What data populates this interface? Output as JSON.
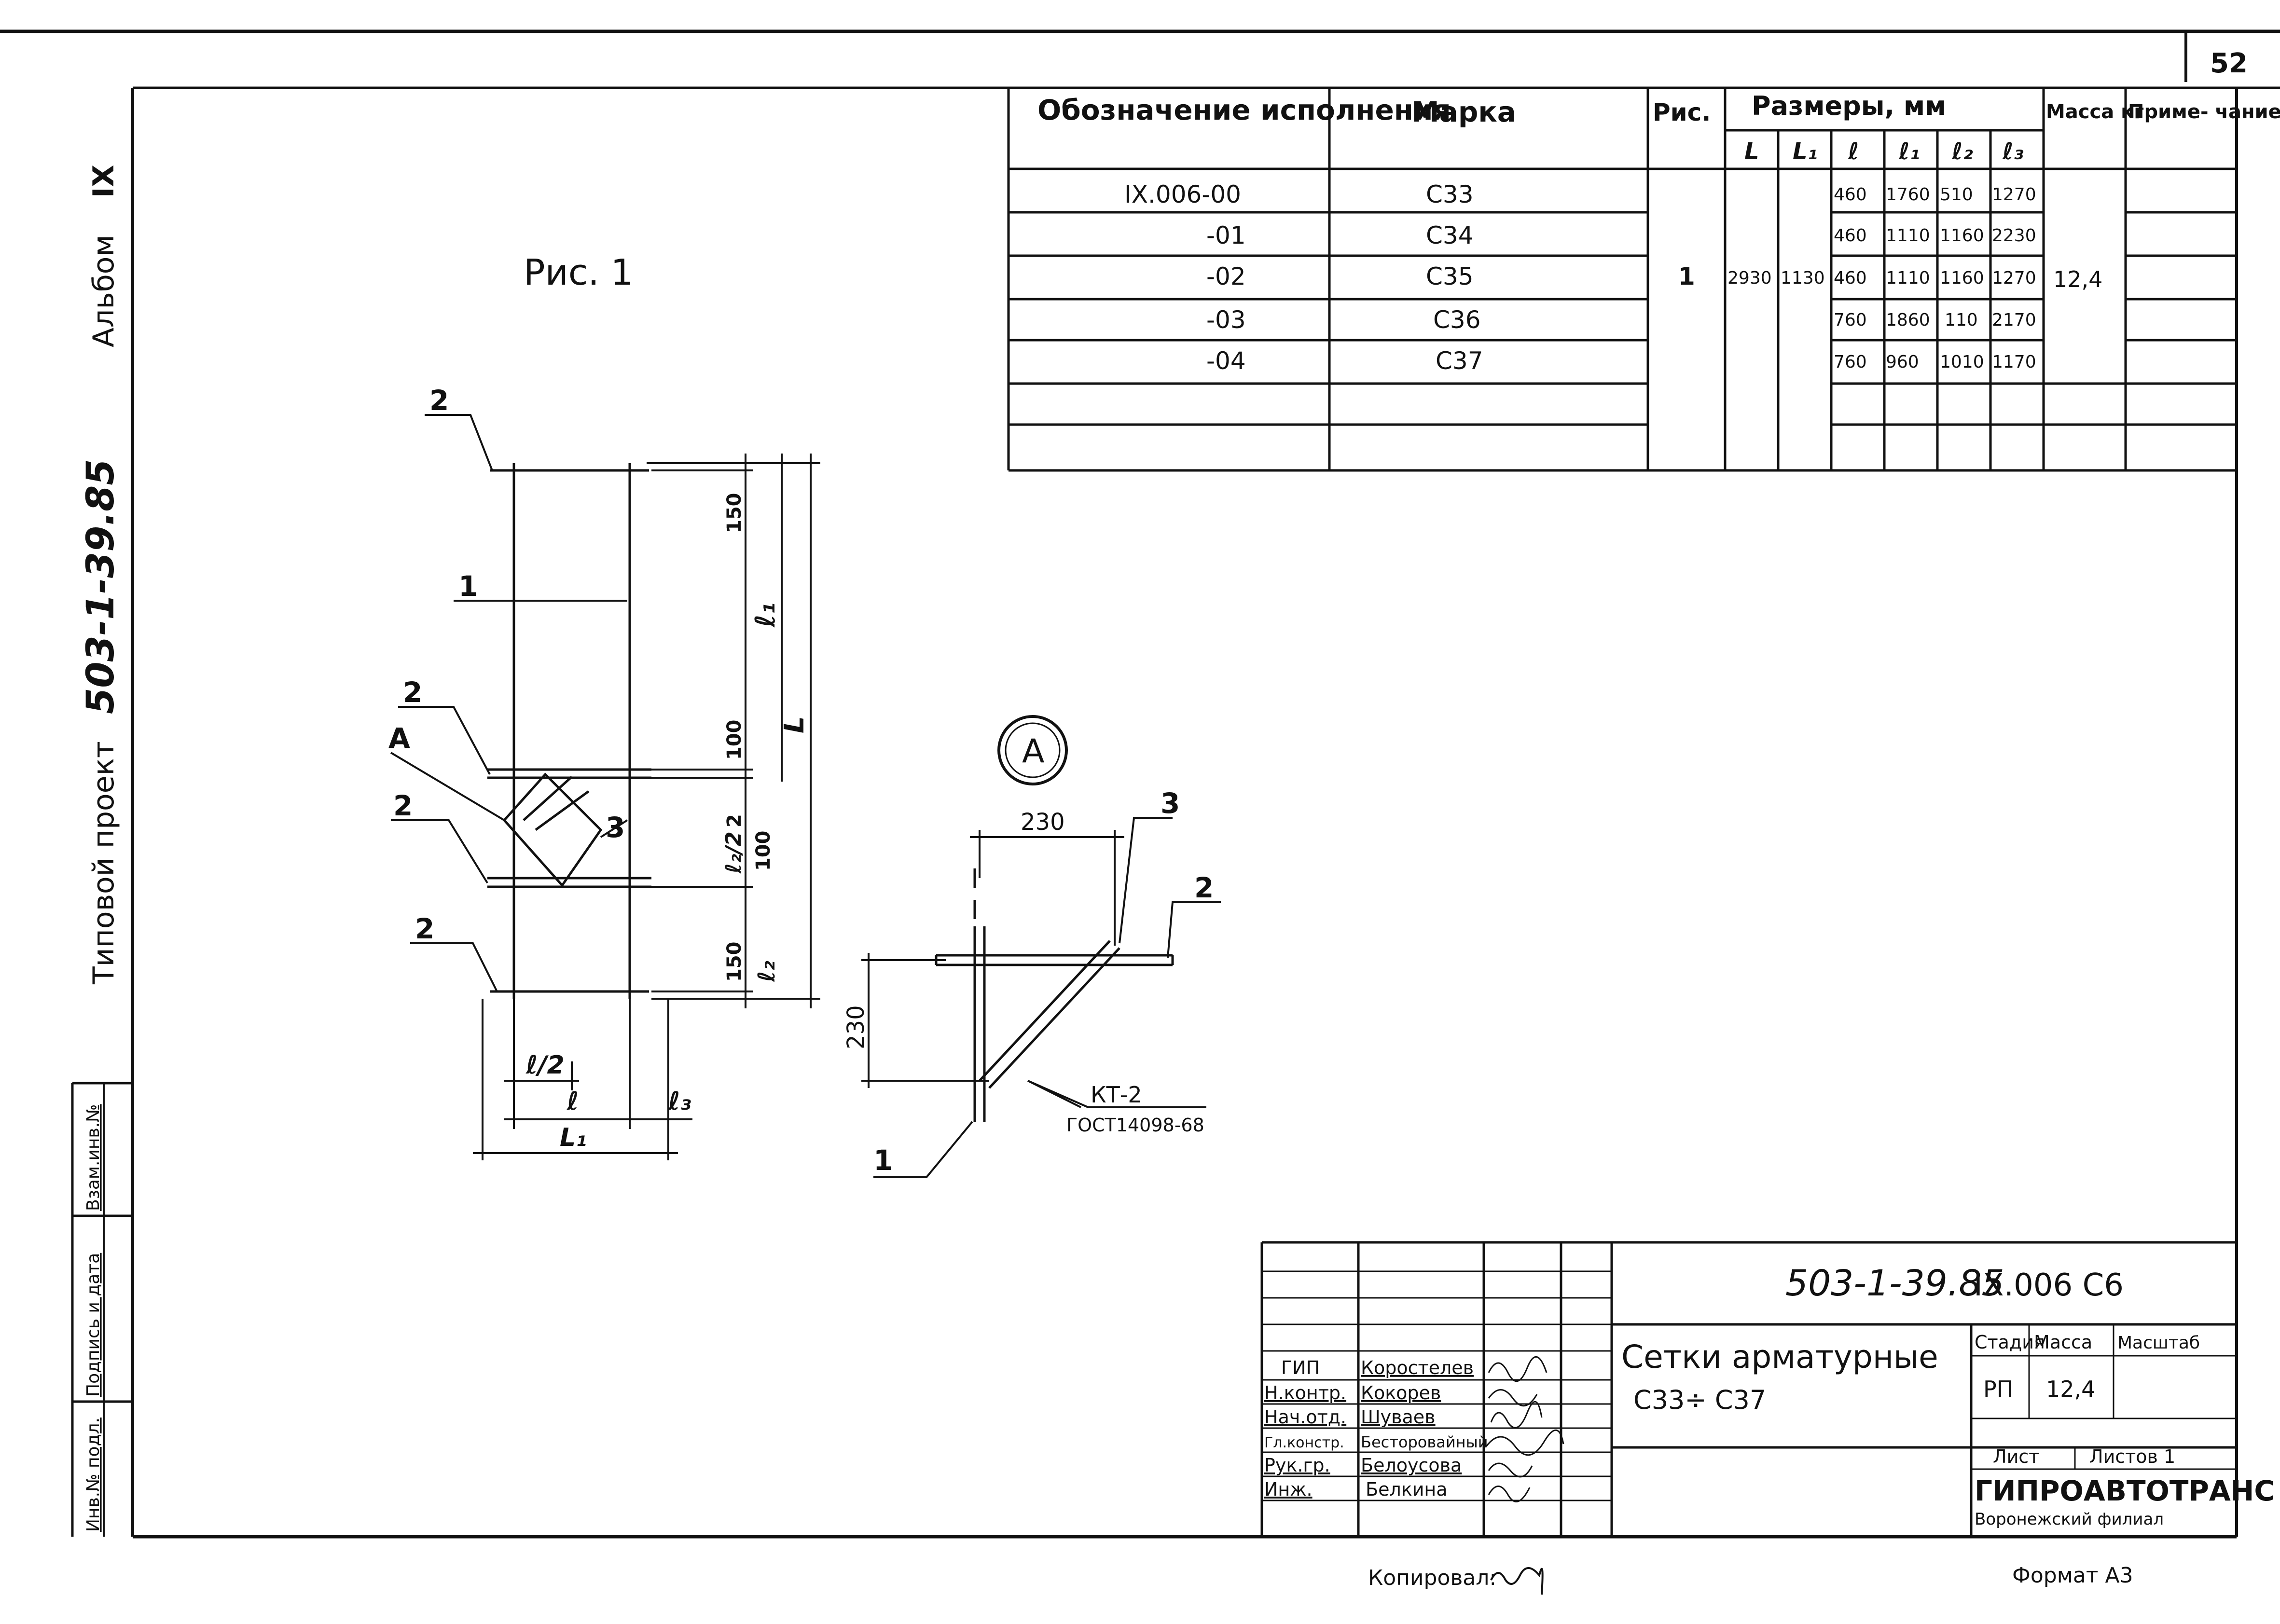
{
  "page_number": "52",
  "side_stamp": {
    "project_label": "Типовой проект",
    "project_code": "503-1-39.85",
    "album_label": "Альбом",
    "album_number": "IX"
  },
  "left_block": {
    "inv_no": "Инв.№ подл.",
    "sign_date": "Подпись и дата",
    "replace_inv": "Взам.инв.№"
  },
  "spec_table": {
    "headers": {
      "designation": "Обозначение исполнения",
      "mark": "Марка",
      "fig": "Рис.",
      "sizes": "Размеры, мм",
      "mass": "Масса кг",
      "note": "Приме- чание"
    },
    "size_columns": [
      "L",
      "L₁",
      "ℓ",
      "ℓ₁",
      "ℓ₂",
      "ℓ₃"
    ],
    "rows": [
      {
        "designation": "IX.006-00",
        "mark": "С33",
        "l": "460",
        "l1": "1760",
        "l2": "510",
        "l3": "1270"
      },
      {
        "designation": "-01",
        "mark": "С34",
        "l": "460",
        "l1": "1110",
        "l2": "1160",
        "l3": "2230"
      },
      {
        "designation": "-02",
        "mark": "С35",
        "l": "460",
        "l1": "1110",
        "l2": "1160",
        "l3": "1270"
      },
      {
        "designation": "-03",
        "mark": "С36",
        "l": "760",
        "l1": "1860",
        "l2": "110",
        "l3": "2170"
      },
      {
        "designation": "-04",
        "mark": "С37",
        "l": "760",
        "l1": "960",
        "l2": "1010",
        "l3": "1170"
      }
    ],
    "merged": {
      "fig": "1",
      "L": "2930",
      "L1": "1130",
      "mass": "12,4"
    }
  },
  "figure": {
    "title": "Рис. 1",
    "pos_labels": [
      "2",
      "1",
      "2",
      "А",
      "2",
      "2",
      "3"
    ],
    "dims": {
      "d150_top": "150",
      "d100_a": "100",
      "d2": "2",
      "d100_b": "100",
      "d150_bot": "150",
      "l1": "ℓ₁",
      "L": "L",
      "l2_half": "ℓ₂/2",
      "l2": "ℓ₂",
      "l_half": "ℓ/2",
      "l": "ℓ",
      "l3": "ℓ₃",
      "L1": "L₁"
    }
  },
  "detail": {
    "callout": "А",
    "dim_horizontal": "230",
    "dim_vertical": "230",
    "pos_3": "3",
    "pos_2": "2",
    "pos_1": "1",
    "weld_label": "КТ-2",
    "weld_std": "ГОСТ14098-68"
  },
  "title_block": {
    "doc_code": "503-1-39.85",
    "doc_suffix": "IX.006  С6",
    "title_line1": "Сетки арматурные",
    "title_line2": "С33÷ С37",
    "stage_label": "Стадия",
    "mass_label": "Масса",
    "scale_label": "Масштаб",
    "stage_value": "РП",
    "mass_value": "12,4",
    "sheet_label": "Лист",
    "sheets_label": "Листов 1",
    "org_name": "ГИПРОАВТОТРАНС",
    "org_branch": "Воронежский филиал",
    "roles": [
      {
        "role": "ГИП",
        "name": "Коростелев"
      },
      {
        "role": "Н.контр.",
        "name": "Кокорев"
      },
      {
        "role": "Нач.отд.",
        "name": "Шуваев"
      },
      {
        "role": "Гл.констр.",
        "name": "Бесторовайный"
      },
      {
        "role": "Рук.гр.",
        "name": "Белоусова"
      },
      {
        "role": "Инж.",
        "name": "Белкина"
      }
    ]
  },
  "footer": {
    "copied": "Копировал:",
    "format": "Формат А3"
  }
}
